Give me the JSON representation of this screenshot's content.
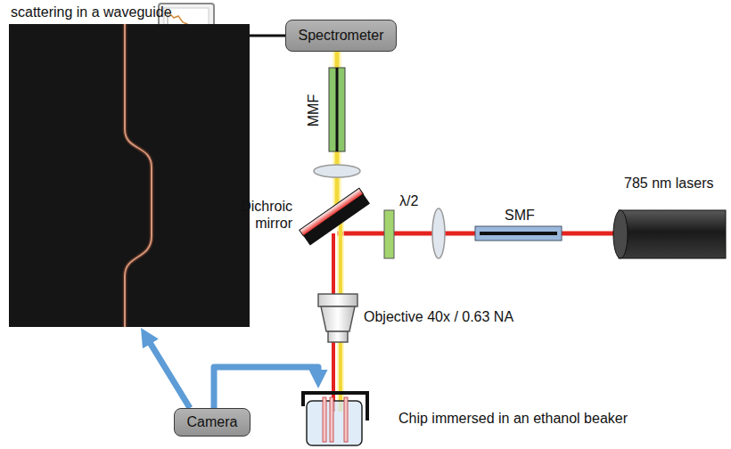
{
  "diagram": {
    "nodes": [
      {
        "text": [
          "Spectrometer"
        ]
      },
      {
        "text": [
          "Camera"
        ]
      },
      {
        "text": [
          "scattering in a waveguide"
        ]
      },
      {
        "text": [
          "Chip immersed in an ethanol beaker"
        ]
      }
    ],
    "edges": [
      {
        "from": 1,
        "to": 2,
        "arrow": "to"
      },
      {
        "from": 1,
        "to": 3,
        "arrow": "to"
      }
    ],
    "labels": [
      "MMF",
      "Dichroic mirror",
      "λ/2",
      "SMF",
      "785 nm lasers",
      "Objective 40x / 0.63 NA"
    ]
  }
}
